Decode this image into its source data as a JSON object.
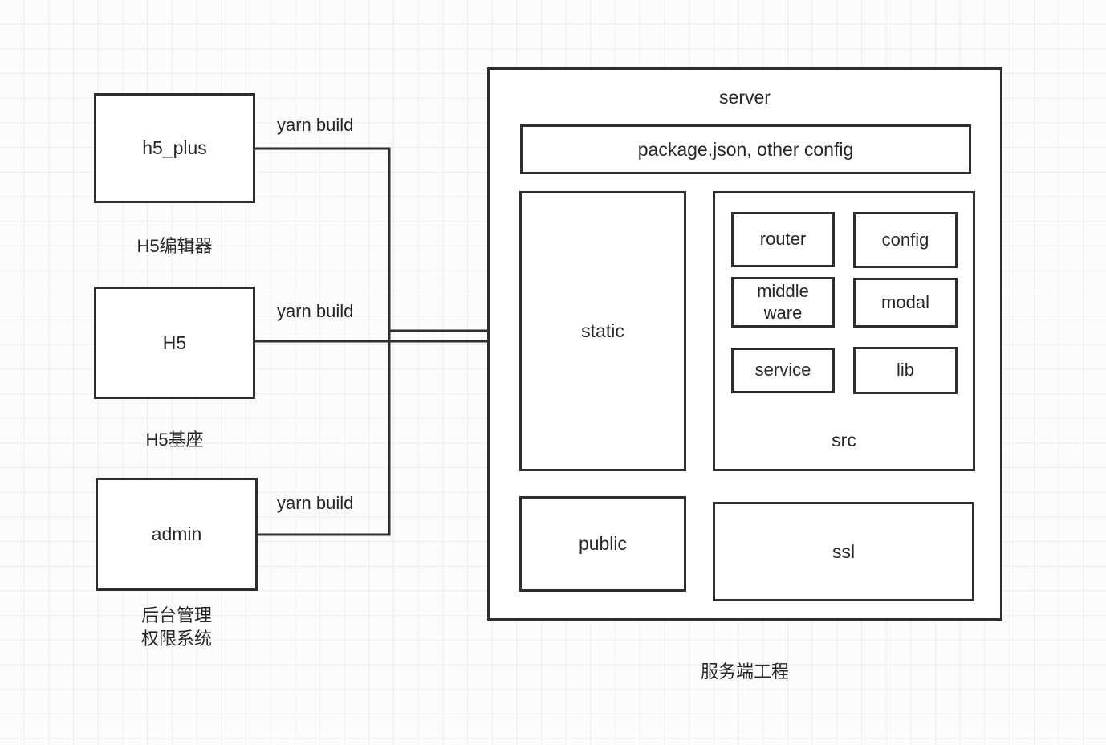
{
  "diagram": {
    "title_text": "server",
    "background": "#fcfcfc",
    "grid_color": "#ededed",
    "stroke_color": "#2e2e2e",
    "fill_color": "#ffffff"
  },
  "sources": [
    {
      "id": "h5_plus",
      "box_label": "h5_plus",
      "caption": "H5编辑器",
      "edge_label": "yarn build"
    },
    {
      "id": "h5",
      "box_label": "H5",
      "caption": "H5基座",
      "edge_label": "yarn build"
    },
    {
      "id": "admin",
      "box_label": "admin",
      "caption": "后台管理\n权限系统",
      "edge_label": "yarn build"
    }
  ],
  "server": {
    "title": "server",
    "caption": "服务端工程",
    "config_box": "package.json, other config",
    "static_box": "static",
    "public_box": "public",
    "ssl_box": "ssl",
    "src": {
      "title": "src",
      "modules": [
        {
          "label": "router"
        },
        {
          "label": "config"
        },
        {
          "label": "middle\nware"
        },
        {
          "label": "modal"
        },
        {
          "label": "service"
        },
        {
          "label": "lib"
        }
      ]
    }
  }
}
